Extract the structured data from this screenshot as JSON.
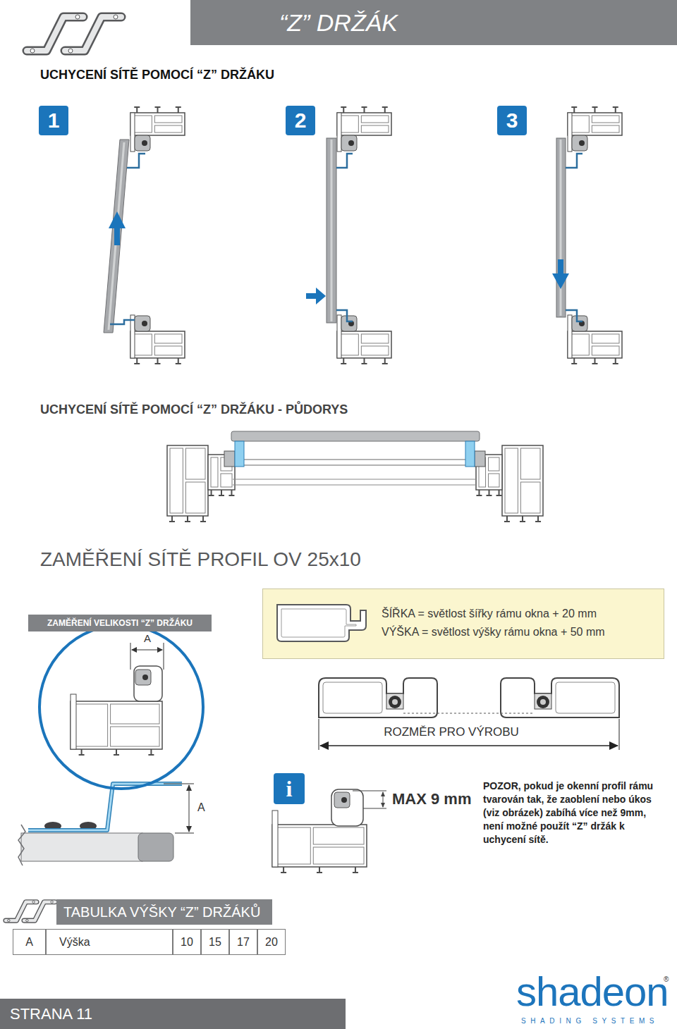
{
  "diagram": {
    "title": "“Z” DRŽÁK",
    "nodes": [
      {
        "text": [
          "1"
        ]
      },
      {
        "text": [
          "2"
        ]
      },
      {
        "text": [
          "3"
        ]
      },
      {
        "text": [
          "ZAMĚŘENÍ VELIKOSTI “Z” DRŽÁKU",
          "A"
        ]
      },
      {
        "text": [
          "ŠÍŘKA = světlost šířky rámu okna + 20 mm",
          "VÝŠKA = světlost výšky rámu okna + 50 mm"
        ]
      },
      {
        "text": [
          "i"
        ]
      },
      {
        "text": [
          "TABULKA VÝŠKY “Z” DRŽÁKŮ"
        ]
      },
      {
        "text": [
          "STRANA 11"
        ]
      }
    ],
    "labels": [
      "UCHYCENÍ SÍTĚ POMOCÍ “Z” DRŽÁKU",
      "UCHYCENÍ SÍTĚ POMOCÍ “Z” DRŽÁKU - PŮDORYS",
      "ZAMĚŘENÍ SÍTĚ PROFIL OV 25x10",
      "ROZMĚR PRO VÝROBU",
      "A",
      "MAX 9 mm",
      "POZOR, pokud je okenní profil rámu tvarován tak, že zaoblení nebo úkos (viz obrázek) zabíhá více než 9mm, není možné použít “Z” držák k uchycení sítě.",
      "A",
      "Výška",
      "10",
      "15",
      "17",
      "20",
      "shadeon",
      "SHADING SYSTEMS",
      "®"
    ]
  }
}
